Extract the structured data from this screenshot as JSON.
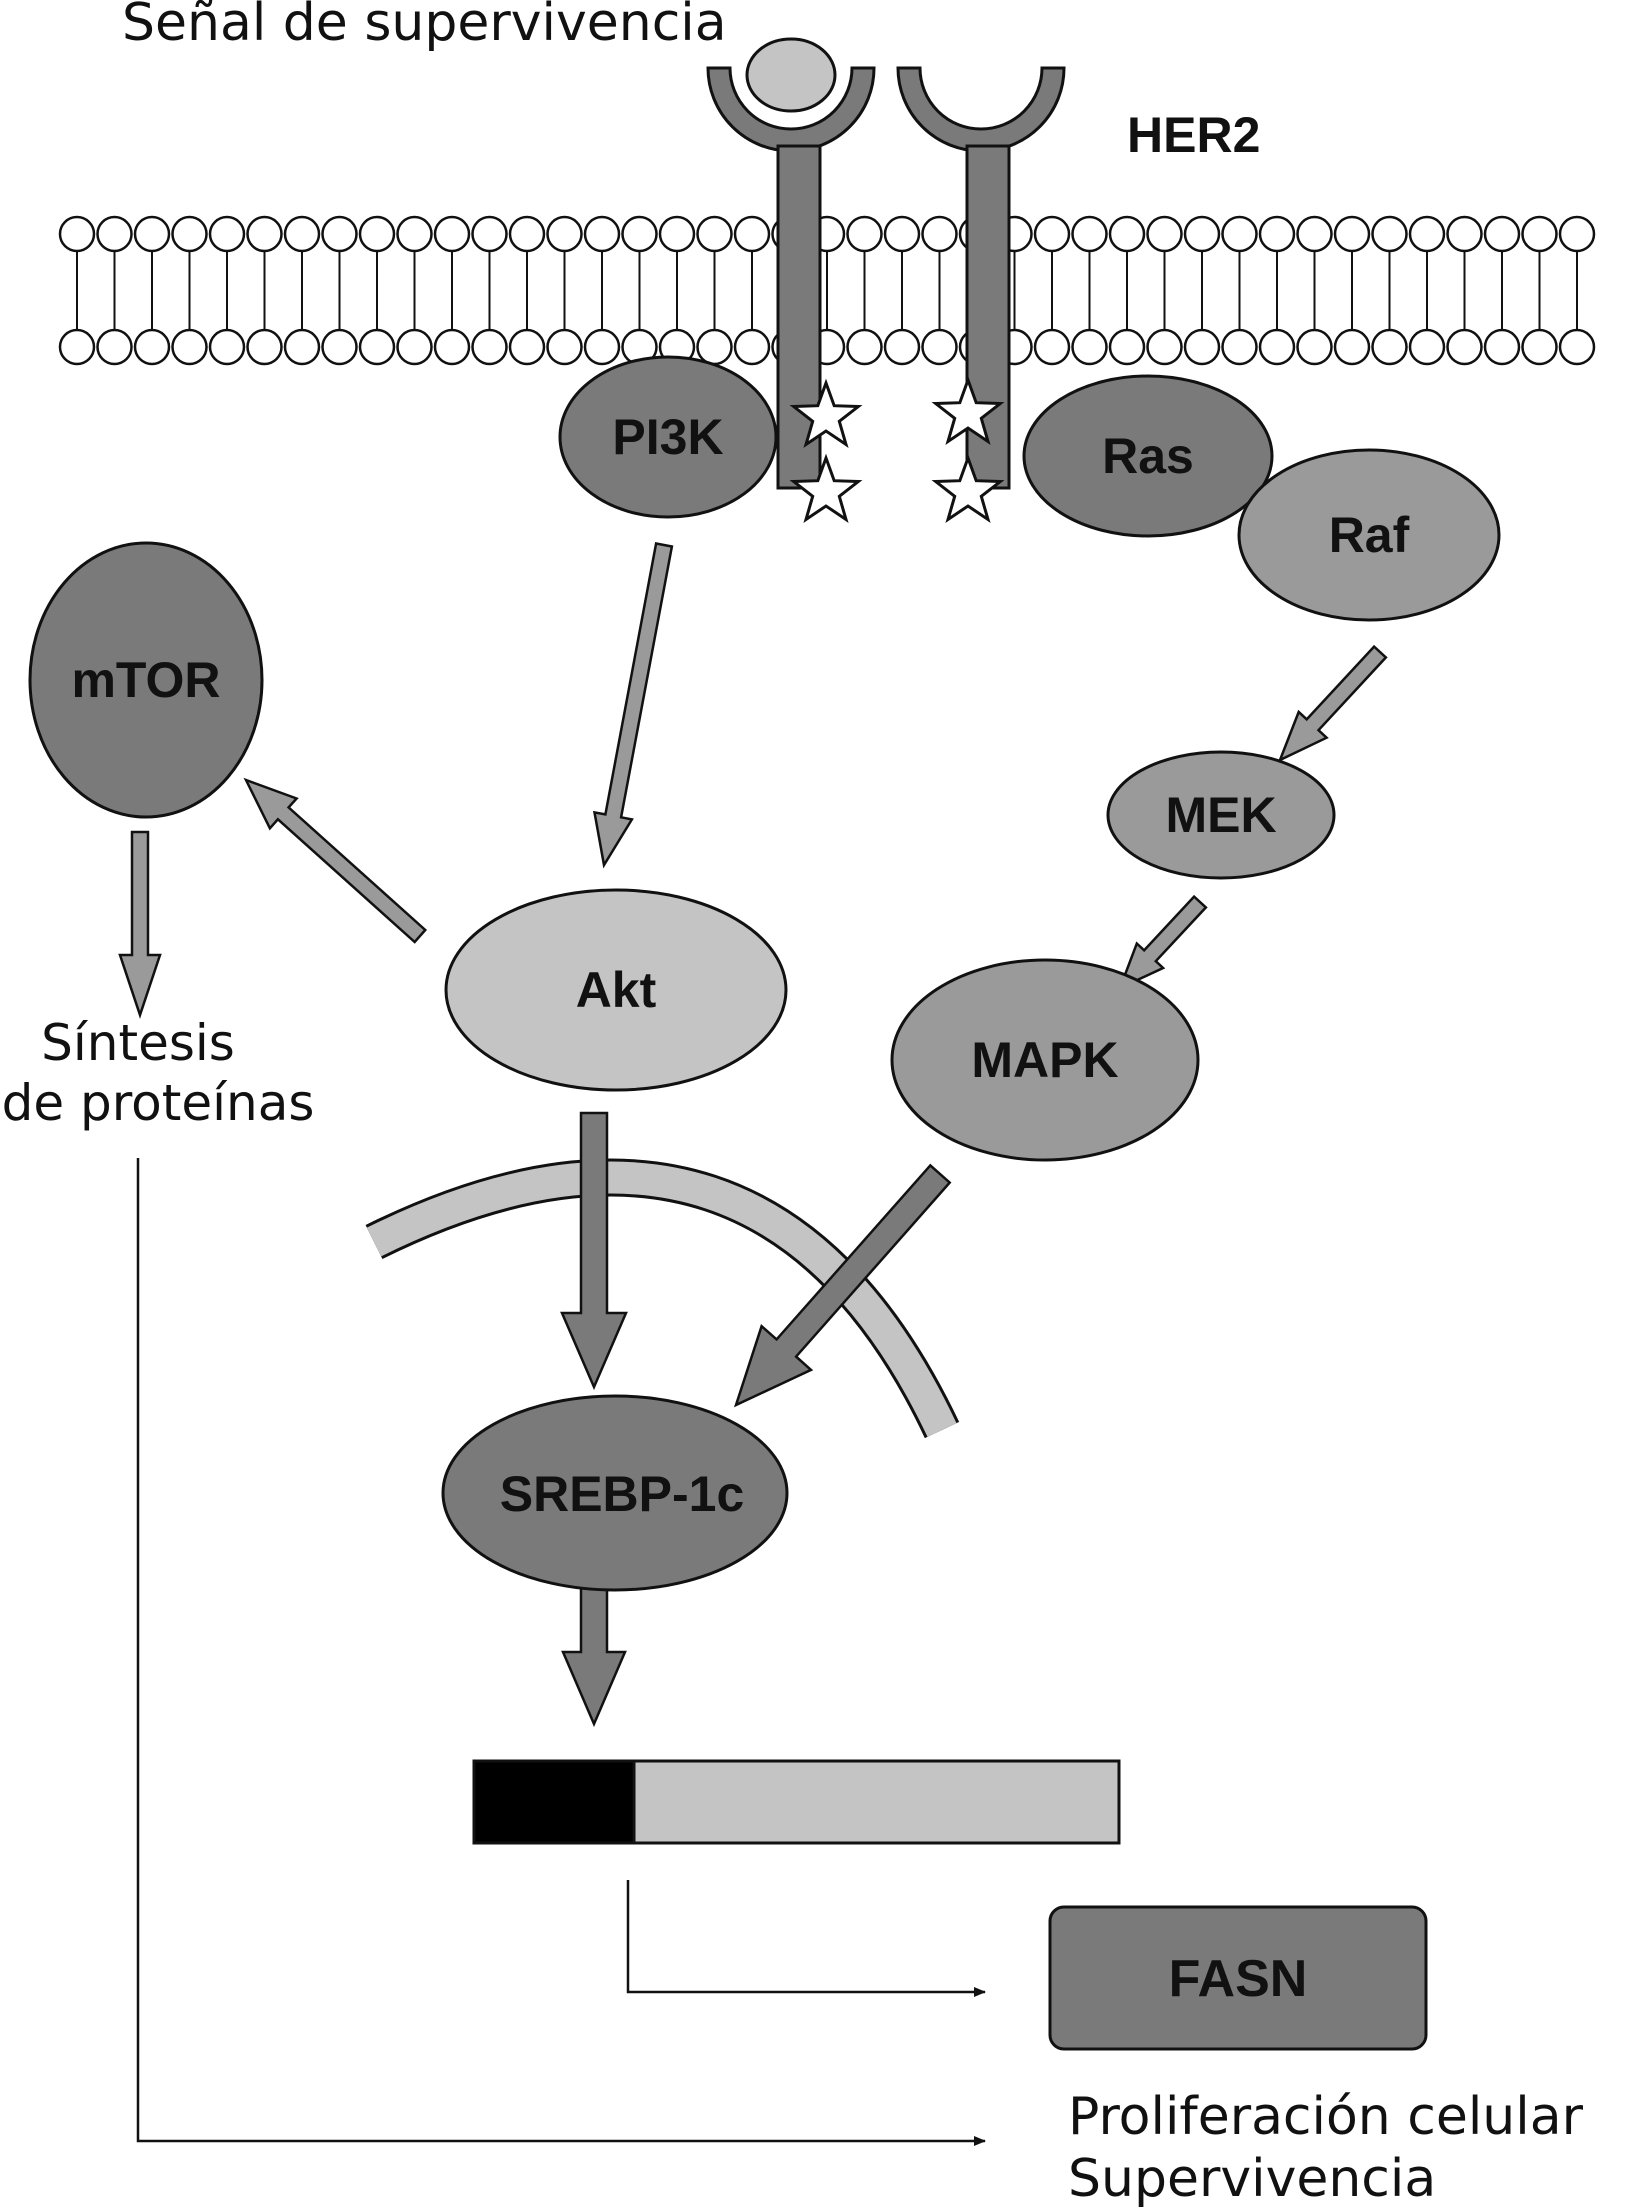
{
  "labels": {
    "survival_signal": "Señal de supervivencia",
    "receptor": "HER2",
    "pi3k": "PI3K",
    "ras": "Ras",
    "raf": "Raf",
    "mtor": "mTOR",
    "mek": "MEK",
    "akt": "Akt",
    "mapk": "MAPK",
    "srebp": "SREBP-1c",
    "fasn": "FASN",
    "protein_synthesis_line1": "Síntesis",
    "protein_synthesis_line2": "de proteínas",
    "outcome_line1": "Proliferación celular",
    "outcome_line2": "Supervivencia"
  },
  "colors": {
    "dark_gray": "#7a7a7a",
    "mid_gray": "#9a9a9a",
    "light_gray": "#c4c4c4",
    "black": "#000000",
    "white": "#ffffff"
  }
}
